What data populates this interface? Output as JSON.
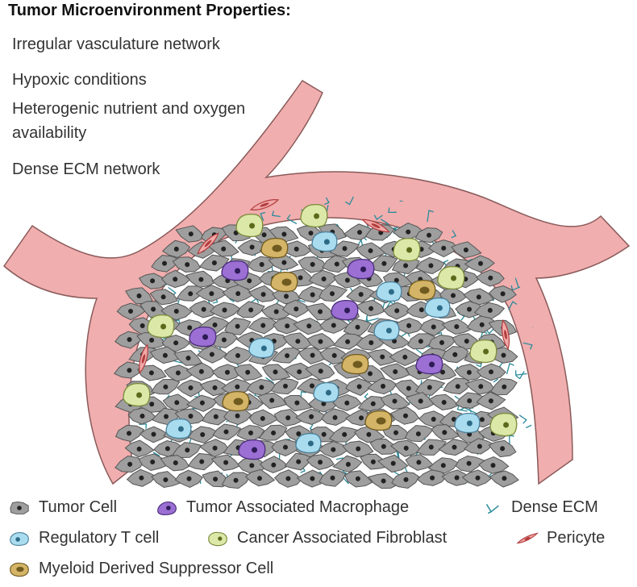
{
  "heading": "Tumor Microenvironment Properties:",
  "properties": [
    "Irregular vasculature network",
    "Hypoxic conditions",
    "Heterogenic nutrient and oxygen availability",
    "Dense ECM network"
  ],
  "legend": [
    {
      "key": "tumor",
      "label": "Tumor Cell",
      "icon": "tumor-cell-icon"
    },
    {
      "key": "tam",
      "label": "Tumor Associated Macrophage",
      "icon": "macrophage-icon"
    },
    {
      "key": "ecm",
      "label": "Dense ECM",
      "icon": "ecm-fiber-icon"
    },
    {
      "key": "treg",
      "label": "Regulatory T cell",
      "icon": "t-cell-icon"
    },
    {
      "key": "caf",
      "label": "Cancer Associated Fibroblast",
      "icon": "fibroblast-icon"
    },
    {
      "key": "pericyte",
      "label": "Pericyte",
      "icon": "pericyte-icon"
    },
    {
      "key": "mdsc",
      "label": "Myeloid Derived Suppressor Cell",
      "icon": "mdsc-icon"
    }
  ],
  "colors": {
    "vessel": "#f0aeae",
    "vessel_stroke": "#8a5a5a",
    "tumor": "#9e9e9e",
    "tam": "#9b6fd3",
    "treg": "#a9dcef",
    "caf": "#dbe8a8",
    "mdsc": "#d4b466",
    "ecm": "#2a8b9b",
    "pericyte": "#e27878"
  }
}
